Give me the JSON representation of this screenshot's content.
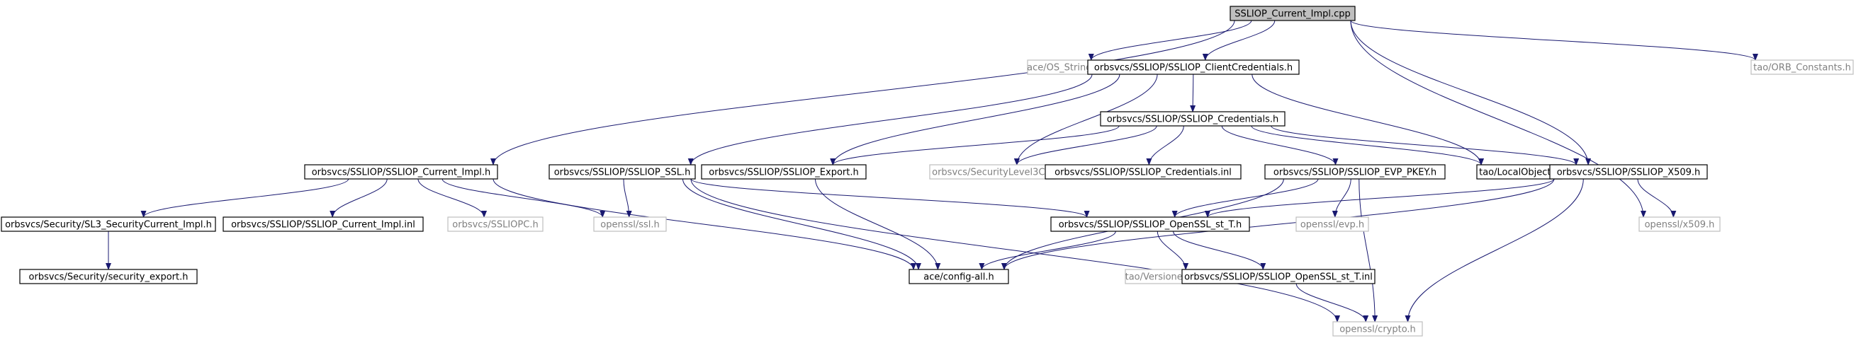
{
  "colors": {
    "edge": "#191970",
    "root_fill": "#bfbfbf",
    "node_fill": "#ffffff",
    "node_border": "#000000",
    "external_border": "#bfbfbf",
    "external_text": "#808080",
    "node_text": "#000000"
  },
  "nodes": [
    {
      "id": "root",
      "label": "SSLIOP_Current_Impl.cpp",
      "kind": "root"
    },
    {
      "id": "ace_os_string",
      "label": "ace/OS_String.h",
      "kind": "external"
    },
    {
      "id": "client_credentials",
      "label": "orbsvcs/SSLIOP/SSLIOP_ClientCredentials.h",
      "kind": "local"
    },
    {
      "id": "orb_constants",
      "label": "tao/ORB_Constants.h",
      "kind": "external"
    },
    {
      "id": "credentials",
      "label": "orbsvcs/SSLIOP/SSLIOP_Credentials.h",
      "kind": "local"
    },
    {
      "id": "current_impl_h",
      "label": "orbsvcs/SSLIOP/SSLIOP_Current_Impl.h",
      "kind": "local"
    },
    {
      "id": "ssl_h",
      "label": "orbsvcs/SSLIOP/SSLIOP_SSL.h",
      "kind": "local"
    },
    {
      "id": "export_h",
      "label": "orbsvcs/SSLIOP/SSLIOP_Export.h",
      "kind": "local"
    },
    {
      "id": "security_level3",
      "label": "orbsvcs/SecurityLevel3C.h",
      "kind": "external"
    },
    {
      "id": "credentials_inl",
      "label": "orbsvcs/SSLIOP/SSLIOP_Credentials.inl",
      "kind": "local"
    },
    {
      "id": "evp_pkey",
      "label": "orbsvcs/SSLIOP/SSLIOP_EVP_PKEY.h",
      "kind": "local"
    },
    {
      "id": "local_object",
      "label": "tao/LocalObject.h",
      "kind": "local"
    },
    {
      "id": "x509_h",
      "label": "orbsvcs/SSLIOP/SSLIOP_X509.h",
      "kind": "local"
    },
    {
      "id": "sl3_current_impl",
      "label": "orbsvcs/Security/SL3_SecurityCurrent_Impl.h",
      "kind": "local"
    },
    {
      "id": "current_impl_inl",
      "label": "orbsvcs/SSLIOP/SSLIOP_Current_Impl.inl",
      "kind": "local"
    },
    {
      "id": "ssliopc",
      "label": "orbsvcs/SSLIOPC.h",
      "kind": "external"
    },
    {
      "id": "openssl_ssl",
      "label": "openssl/ssl.h",
      "kind": "external"
    },
    {
      "id": "openssl_st_t",
      "label": "orbsvcs/SSLIOP/SSLIOP_OpenSSL_st_T.h",
      "kind": "local"
    },
    {
      "id": "openssl_evp",
      "label": "openssl/evp.h",
      "kind": "external"
    },
    {
      "id": "openssl_x509",
      "label": "openssl/x509.h",
      "kind": "external"
    },
    {
      "id": "security_export",
      "label": "orbsvcs/Security/security_export.h",
      "kind": "local"
    },
    {
      "id": "ace_config_all",
      "label": "ace/config-all.h",
      "kind": "local"
    },
    {
      "id": "versioned_namespace",
      "label": "tao/Versioned_Namespace.h",
      "kind": "external"
    },
    {
      "id": "openssl_st_t_inl",
      "label": "orbsvcs/SSLIOP/SSLIOP_OpenSSL_st_T.inl",
      "kind": "local"
    },
    {
      "id": "openssl_crypto",
      "label": "openssl/crypto.h",
      "kind": "external"
    }
  ],
  "edges": [
    [
      "root",
      "ace_os_string"
    ],
    [
      "root",
      "client_credentials"
    ],
    [
      "root",
      "orb_constants"
    ],
    [
      "root",
      "current_impl_h"
    ],
    [
      "root",
      "x509_h"
    ],
    [
      "root",
      "openssl_x509"
    ],
    [
      "client_credentials",
      "credentials"
    ],
    [
      "client_credentials",
      "ssl_h"
    ],
    [
      "client_credentials",
      "export_h"
    ],
    [
      "client_credentials",
      "security_level3"
    ],
    [
      "client_credentials",
      "local_object"
    ],
    [
      "credentials",
      "export_h"
    ],
    [
      "credentials",
      "security_level3"
    ],
    [
      "credentials",
      "credentials_inl"
    ],
    [
      "credentials",
      "evp_pkey"
    ],
    [
      "credentials",
      "local_object"
    ],
    [
      "credentials",
      "x509_h"
    ],
    [
      "current_impl_h",
      "sl3_current_impl"
    ],
    [
      "current_impl_h",
      "current_impl_inl"
    ],
    [
      "current_impl_h",
      "ssliopc"
    ],
    [
      "current_impl_h",
      "openssl_ssl"
    ],
    [
      "current_impl_h",
      "ace_config_all"
    ],
    [
      "ssl_h",
      "openssl_ssl"
    ],
    [
      "ssl_h",
      "ace_config_all"
    ],
    [
      "ssl_h",
      "openssl_st_t"
    ],
    [
      "ssl_h",
      "openssl_crypto"
    ],
    [
      "export_h",
      "ace_config_all"
    ],
    [
      "evp_pkey",
      "openssl_st_t"
    ],
    [
      "evp_pkey",
      "openssl_evp"
    ],
    [
      "evp_pkey",
      "ace_config_all"
    ],
    [
      "evp_pkey",
      "openssl_crypto"
    ],
    [
      "x509_h",
      "openssl_st_t"
    ],
    [
      "x509_h",
      "openssl_x509"
    ],
    [
      "x509_h",
      "ace_config_all"
    ],
    [
      "x509_h",
      "openssl_crypto"
    ],
    [
      "sl3_current_impl",
      "security_export"
    ],
    [
      "openssl_st_t",
      "ace_config_all"
    ],
    [
      "openssl_st_t",
      "versioned_namespace"
    ],
    [
      "openssl_st_t",
      "openssl_st_t_inl"
    ],
    [
      "openssl_st_t_inl",
      "openssl_crypto"
    ]
  ]
}
